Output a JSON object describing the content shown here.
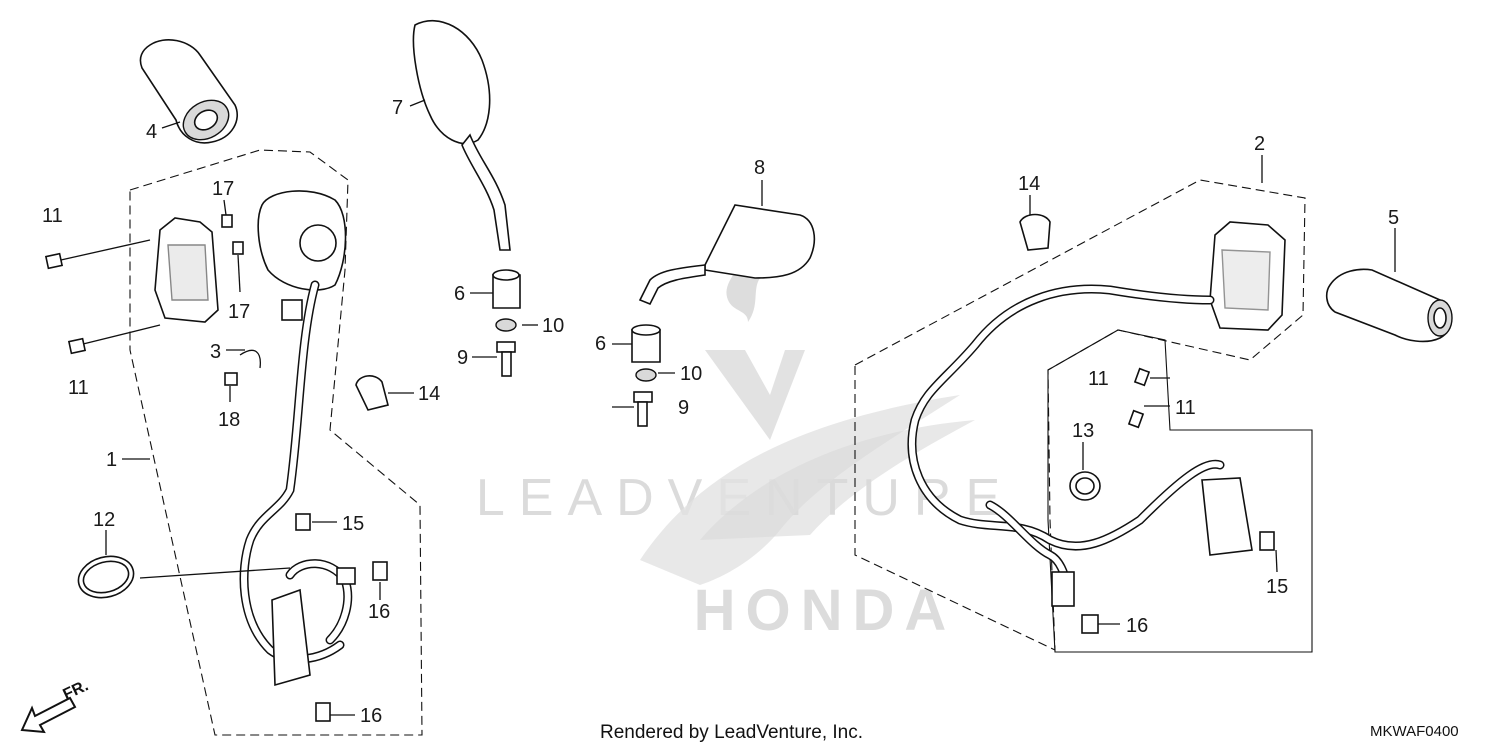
{
  "watermark": {
    "brand_text": "LEADVENTURE",
    "make_text": "HONDA"
  },
  "callouts": {
    "c1": "1",
    "c2": "2",
    "c3": "3",
    "c4": "4",
    "c5": "5",
    "c6a": "6",
    "c6b": "6",
    "c7": "7",
    "c8": "8",
    "c9a": "9",
    "c9b": "9",
    "c10a": "10",
    "c10b": "10",
    "c11a": "11",
    "c11b": "11",
    "c11c": "11",
    "c11d": "11",
    "c12": "12",
    "c13": "13",
    "c14a": "14",
    "c14b": "14",
    "c15a": "15",
    "c15b": "15",
    "c16a": "16",
    "c16b": "16",
    "c16c": "16",
    "c17a": "17",
    "c17b": "17",
    "c18": "18"
  },
  "footer": {
    "rendered_by": "Rendered by LeadVenture, Inc.",
    "diagram_code": "MKWAF0400",
    "front_marker": "FR."
  }
}
